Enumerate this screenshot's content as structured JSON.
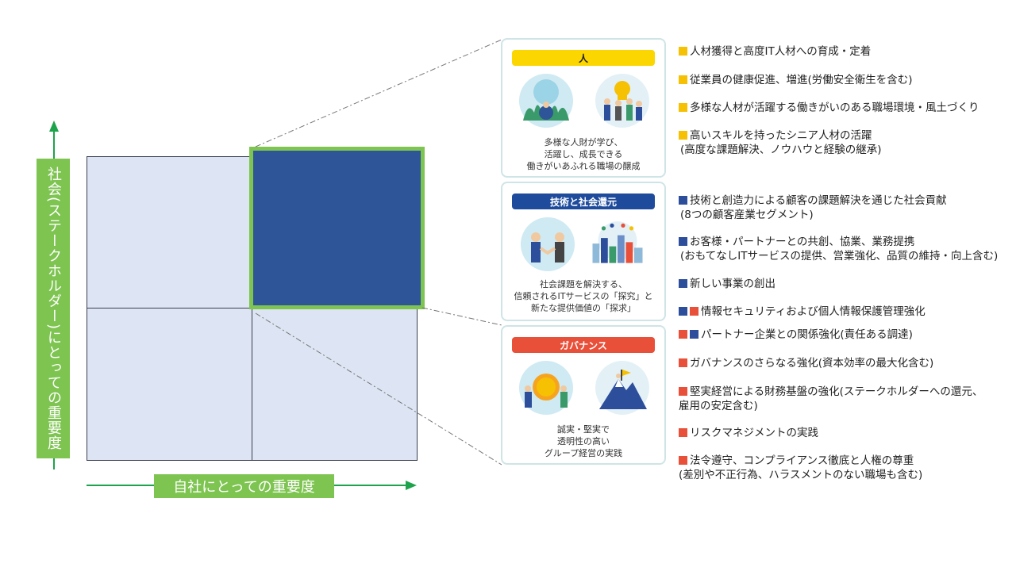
{
  "colors": {
    "matrix_light": "#dde4f3",
    "matrix_highlight": "#2e5597",
    "green": "#7ec451",
    "yellow": "#f6c003",
    "blue": "#2c4e9b",
    "red": "#e8503a",
    "panel_border": "#cfe4e6"
  },
  "axes": {
    "x_label": "自社にとっての重要度",
    "y_label": "社会(ステークホルダー)にとっての重要度"
  },
  "panels": [
    {
      "title": "人",
      "title_bg": "#fbd600",
      "title_color": "#222222",
      "icons": [
        "people-growth-icon",
        "team-idea-icon"
      ],
      "caption_lines": [
        "多様な人財が学び、",
        "活躍し、成長できる",
        "働きがいあふれる職場の醸成"
      ]
    },
    {
      "title": "技術と社会還元",
      "title_bg": "#1e4b9c",
      "title_color": "#ffffff",
      "icons": [
        "handshake-icon",
        "smart-city-icon"
      ],
      "caption_lines": [
        "社会課題を解決する、",
        "信頼されるITサービスの「探究」と",
        "新たな提供価値の「探求」"
      ]
    },
    {
      "title": "ガバナンス",
      "title_bg": "#e8503a",
      "title_color": "#ffffff",
      "icons": [
        "coin-team-icon",
        "mountain-summit-icon"
      ],
      "caption_lines": [
        "誠実・堅実で",
        "透明性の高い",
        "グループ経営の実践"
      ]
    }
  ],
  "items": [
    {
      "markers": [
        "yellow"
      ],
      "lines": [
        "人材獲得と高度IT人材への育成・定着"
      ]
    },
    {
      "markers": [
        "yellow"
      ],
      "lines": [
        "従業員の健康促進、増進(労働安全衛生を含む)"
      ]
    },
    {
      "markers": [
        "yellow"
      ],
      "lines": [
        "多様な人材が活躍する働きがいのある職場環境・風土づくり"
      ]
    },
    {
      "markers": [
        "yellow"
      ],
      "lines": [
        "高いスキルを持ったシニア人材の活躍",
        "(高度な課題解決、ノウハウと経験の継承)"
      ]
    },
    {
      "markers": [
        "blue"
      ],
      "lines": [
        "技術と創造力による顧客の課題解決を通じた社会貢献",
        "(8つの顧客産業セグメント)"
      ]
    },
    {
      "markers": [
        "blue"
      ],
      "lines": [
        "お客様・パートナーとの共創、協業、業務提携",
        "(おもてなしITサービスの提供、営業強化、品質の維持・向上含む)"
      ]
    },
    {
      "markers": [
        "blue"
      ],
      "lines": [
        "新しい事業の創出"
      ]
    },
    {
      "markers": [
        "blue",
        "red"
      ],
      "lines": [
        "情報セキュリティおよび個人情報保護管理強化"
      ]
    },
    {
      "markers": [
        "red",
        "blue"
      ],
      "lines": [
        "パートナー企業との関係強化(責任ある調達)"
      ]
    },
    {
      "markers": [
        "red"
      ],
      "lines": [
        "ガバナンスのさらなる強化(資本効率の最大化含む)"
      ]
    },
    {
      "markers": [
        "red"
      ],
      "lines": [
        "堅実経営による財務基盤の強化(ステークホルダーへの還元、",
        "雇用の安定含む)"
      ]
    },
    {
      "markers": [
        "red"
      ],
      "lines": [
        "リスクマネジメントの実践"
      ]
    },
    {
      "markers": [
        "red"
      ],
      "lines": [
        "法令遵守、コンプライアンス徹底と人権の尊重",
        "(差別や不正行為、ハラスメントのない職場も含む)"
      ]
    }
  ]
}
